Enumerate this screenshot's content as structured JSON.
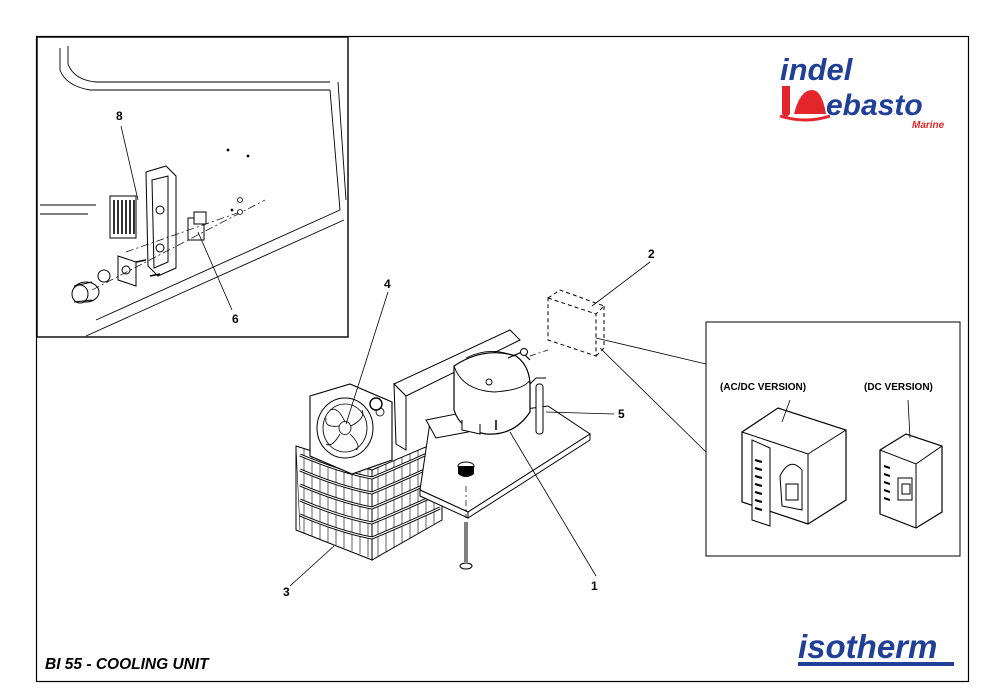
{
  "title": "BI 55 - COOLING UNIT",
  "logos": {
    "top_line1": "indel",
    "top_line2": "ebasto",
    "top_line3": "Marine",
    "bottom": "isotherm",
    "colors": {
      "blue": "#1f3f98",
      "red": "#e3262b"
    }
  },
  "part_labels": {
    "p1": "1",
    "p2": "2",
    "p3": "3",
    "p4": "4",
    "p5": "5",
    "p6": "6",
    "p8": "8"
  },
  "versions": {
    "acdc": "(AC/DC VERSION)",
    "dc": "(DC VERSION)"
  }
}
